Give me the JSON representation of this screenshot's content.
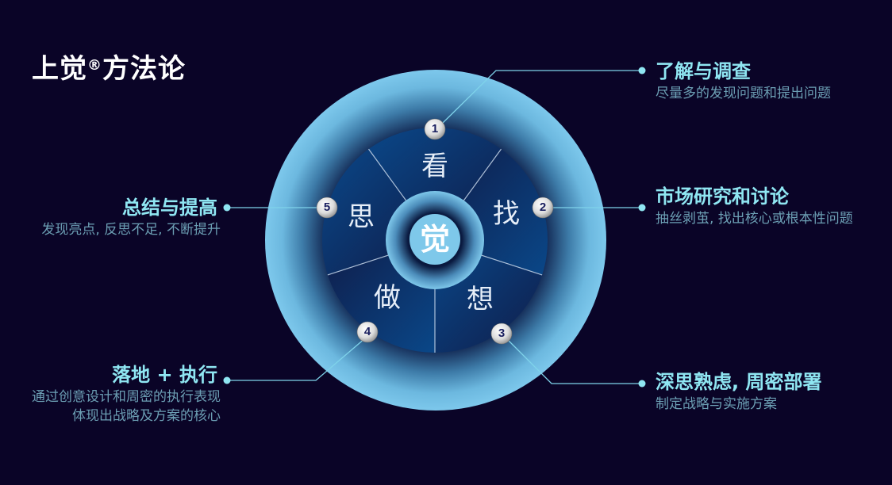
{
  "title": {
    "main_prefix": "上觉",
    "registered": "®",
    "main_suffix": "方法论"
  },
  "colors": {
    "background": "#0a0427",
    "outer_ring_light": "#7cc6ea",
    "outer_ring_dark": "#0b1740",
    "wedge_dark": "#0f1d4a",
    "wedge_light": "#0a4686",
    "heading": "#8fe6f2",
    "description": "#6c9fb4",
    "connector": "#7fd3ea"
  },
  "center": {
    "label": "觉"
  },
  "wedges": [
    {
      "number": "1",
      "label": "看"
    },
    {
      "number": "2",
      "label": "找"
    },
    {
      "number": "3",
      "label": "想"
    },
    {
      "number": "4",
      "label": "做"
    },
    {
      "number": "5",
      "label": "思"
    }
  ],
  "steps": [
    {
      "number": "1",
      "heading": "了解与调查",
      "description": [
        "尽量多的发现问题和提出问题"
      ]
    },
    {
      "number": "2",
      "heading": "市场研究和讨论",
      "description": [
        "抽丝剥茧, 找出核心或根本性问题"
      ]
    },
    {
      "number": "3",
      "heading": "深思熟虑, 周密部署",
      "description": [
        "制定战略与实施方案"
      ]
    },
    {
      "number": "4",
      "heading": "落地 + 执行",
      "description": [
        "通过创意设计和周密的执行表现",
        "体现出战略及方案的核心"
      ]
    },
    {
      "number": "5",
      "heading": "总结与提高",
      "description": [
        "发现亮点, 反思不足, 不断提升"
      ]
    }
  ]
}
